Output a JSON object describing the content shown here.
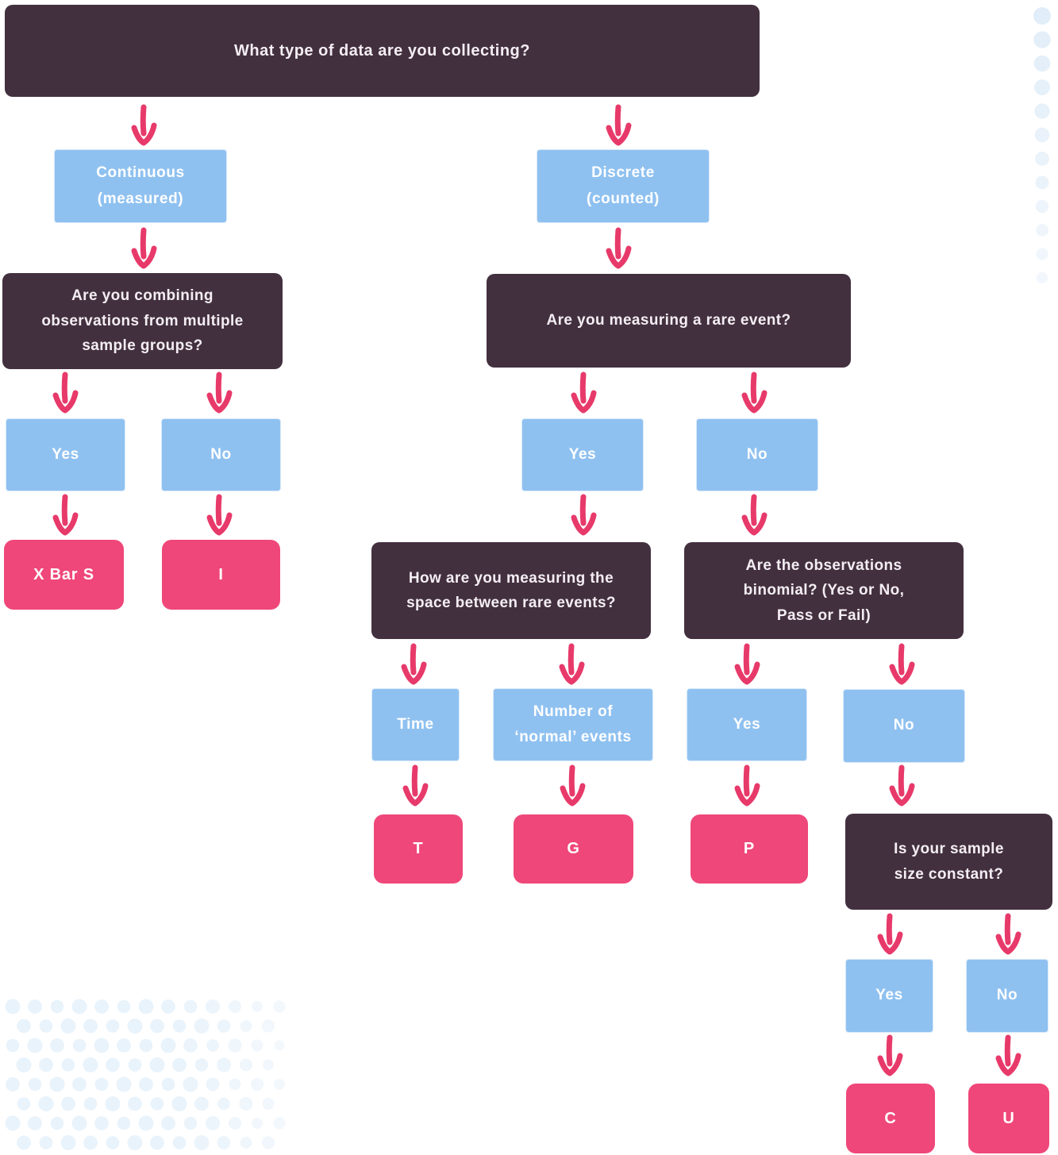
{
  "colors": {
    "background": "#FFFFFF",
    "question_box": "#43303F",
    "option_box": "#8FC1F0",
    "result_box": "#EF4779",
    "arrow": "#E73A6A",
    "question_text": "#F4EEF3",
    "option_text": "#FFFFFF",
    "dots_top_right": "#E1EDF8",
    "dots_bottom_left": "#E9F3FB"
  },
  "flowchart": {
    "nodes": {
      "root": {
        "label": "What type of data are you collecting?"
      },
      "continuous": {
        "label": "Continuous\n(measured)"
      },
      "discrete": {
        "label": "Discrete\n(counted)"
      },
      "combining": {
        "label": "Are you combining\nobservations from multiple\nsample groups?"
      },
      "rare": {
        "label": "Are you measuring a rare event?"
      },
      "combining_yes": {
        "label": "Yes"
      },
      "combining_no": {
        "label": "No"
      },
      "xbars": {
        "label": "X Bar S"
      },
      "i": {
        "label": "I"
      },
      "rare_yes": {
        "label": "Yes"
      },
      "rare_no": {
        "label": "No"
      },
      "how": {
        "label": "How are you measuring the\nspace between rare events?"
      },
      "binomial": {
        "label": "Are the observations\nbinomial? (Yes or No,\nPass or Fail)"
      },
      "time": {
        "label": "Time"
      },
      "normal_events": {
        "label": "Number of\n‘normal’ events"
      },
      "binomial_yes": {
        "label": "Yes"
      },
      "binomial_no": {
        "label": "No"
      },
      "t": {
        "label": "T"
      },
      "g": {
        "label": "G"
      },
      "p": {
        "label": "P"
      },
      "constant": {
        "label": "Is your sample\nsize constant?"
      },
      "constant_yes": {
        "label": "Yes"
      },
      "constant_no": {
        "label": "No"
      },
      "c": {
        "label": "C"
      },
      "u": {
        "label": "U"
      }
    },
    "edges": [
      {
        "from": "root",
        "to": "continuous"
      },
      {
        "from": "root",
        "to": "discrete"
      },
      {
        "from": "continuous",
        "to": "combining"
      },
      {
        "from": "discrete",
        "to": "rare"
      },
      {
        "from": "combining",
        "to": "combining_yes"
      },
      {
        "from": "combining",
        "to": "combining_no"
      },
      {
        "from": "combining_yes",
        "to": "xbars"
      },
      {
        "from": "combining_no",
        "to": "i"
      },
      {
        "from": "rare",
        "to": "rare_yes"
      },
      {
        "from": "rare",
        "to": "rare_no"
      },
      {
        "from": "rare_yes",
        "to": "how"
      },
      {
        "from": "rare_no",
        "to": "binomial"
      },
      {
        "from": "how",
        "to": "time"
      },
      {
        "from": "how",
        "to": "normal_events"
      },
      {
        "from": "binomial",
        "to": "binomial_yes"
      },
      {
        "from": "binomial",
        "to": "binomial_no"
      },
      {
        "from": "time",
        "to": "t"
      },
      {
        "from": "normal_events",
        "to": "g"
      },
      {
        "from": "binomial_yes",
        "to": "p"
      },
      {
        "from": "binomial_no",
        "to": "constant"
      },
      {
        "from": "constant",
        "to": "constant_yes"
      },
      {
        "from": "constant",
        "to": "constant_no"
      },
      {
        "from": "constant_yes",
        "to": "c"
      },
      {
        "from": "constant_no",
        "to": "u"
      }
    ]
  }
}
